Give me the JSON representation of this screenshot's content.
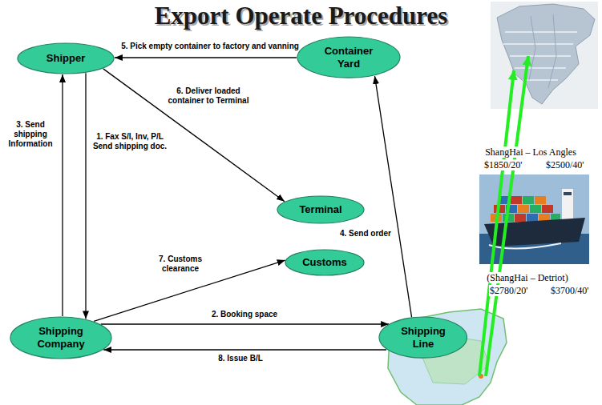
{
  "diagram": {
    "title": "Export Operate Procedures",
    "nodes": [
      {
        "text": [
          "Shipper"
        ]
      },
      {
        "text": [
          "Container Yard"
        ]
      },
      {
        "text": [
          "Terminal"
        ]
      },
      {
        "text": [
          "Customs"
        ]
      },
      {
        "text": [
          "Shipping Company"
        ]
      },
      {
        "text": [
          "Shipping Line"
        ]
      }
    ],
    "edges": [
      {
        "from": 1,
        "to": 0,
        "arrow": "to",
        "label": "5. Pick empty container to factory and vanning"
      },
      {
        "from": 0,
        "to": 2,
        "arrow": "to",
        "label": "6. Deliver loaded container to Terminal"
      },
      {
        "from": 0,
        "to": 4,
        "arrow": "to",
        "label": "1. Fax S/I, Inv, P/L Send shipping doc."
      },
      {
        "from": 4,
        "to": 0,
        "arrow": "to",
        "label": "3. Send shipping Information"
      },
      {
        "from": 5,
        "to": 1,
        "arrow": "to",
        "label": "4. Send order"
      },
      {
        "from": 4,
        "to": 3,
        "arrow": "to",
        "label": "7. Customs clearance"
      },
      {
        "from": 4,
        "to": 5,
        "arrow": "to",
        "label": "2. Booking space"
      },
      {
        "from": 5,
        "to": 4,
        "arrow": "to",
        "label": "8. Issue B/L"
      }
    ],
    "labels": [
      "ShangHai – Los Angles",
      "$1850/20'",
      "$2500/40'",
      "(ShangHai – Detriot)",
      "$2780/20'",
      "$3700/40'"
    ]
  }
}
